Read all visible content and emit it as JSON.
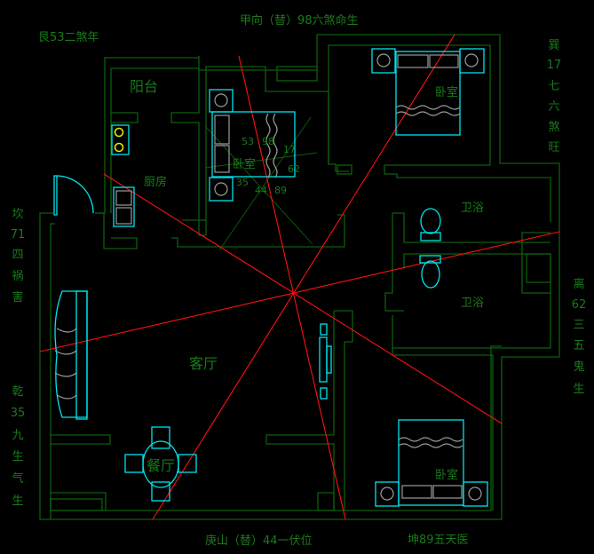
{
  "labels": {
    "top": "甲向（替）98六煞命生",
    "top_left": "艮53二煞年",
    "bottom": "庚山（替）44一伏位",
    "bottom_right": "坤89五天医",
    "right_top": [
      "巽",
      "17",
      "七",
      "六",
      "煞",
      "旺"
    ],
    "right_bottom": [
      "离",
      "62",
      "三",
      "五",
      "鬼",
      "生"
    ],
    "left_top": [
      "坎",
      "71",
      "四",
      "祸",
      "害"
    ],
    "left_bottom": [
      "乾",
      "35",
      "九",
      "生",
      "气",
      "生"
    ]
  },
  "rooms": {
    "balcony": "阳台",
    "kitchen": "厨房",
    "bedroom_middle": "卧室",
    "bedroom_top_right": "卧室",
    "bedroom_bottom_right": "卧室",
    "bath_top": "卫浴",
    "bath_bottom": "卫浴",
    "living": "客厅",
    "dining": "餐厅"
  },
  "compass_numbers": [
    "53",
    "98",
    "17",
    "62",
    "35",
    "44",
    "89"
  ],
  "colors": {
    "wall": "#0d5e0d",
    "furniture": "#00e5ee",
    "axis": "#ff1010",
    "text": "#1a7a1a"
  }
}
